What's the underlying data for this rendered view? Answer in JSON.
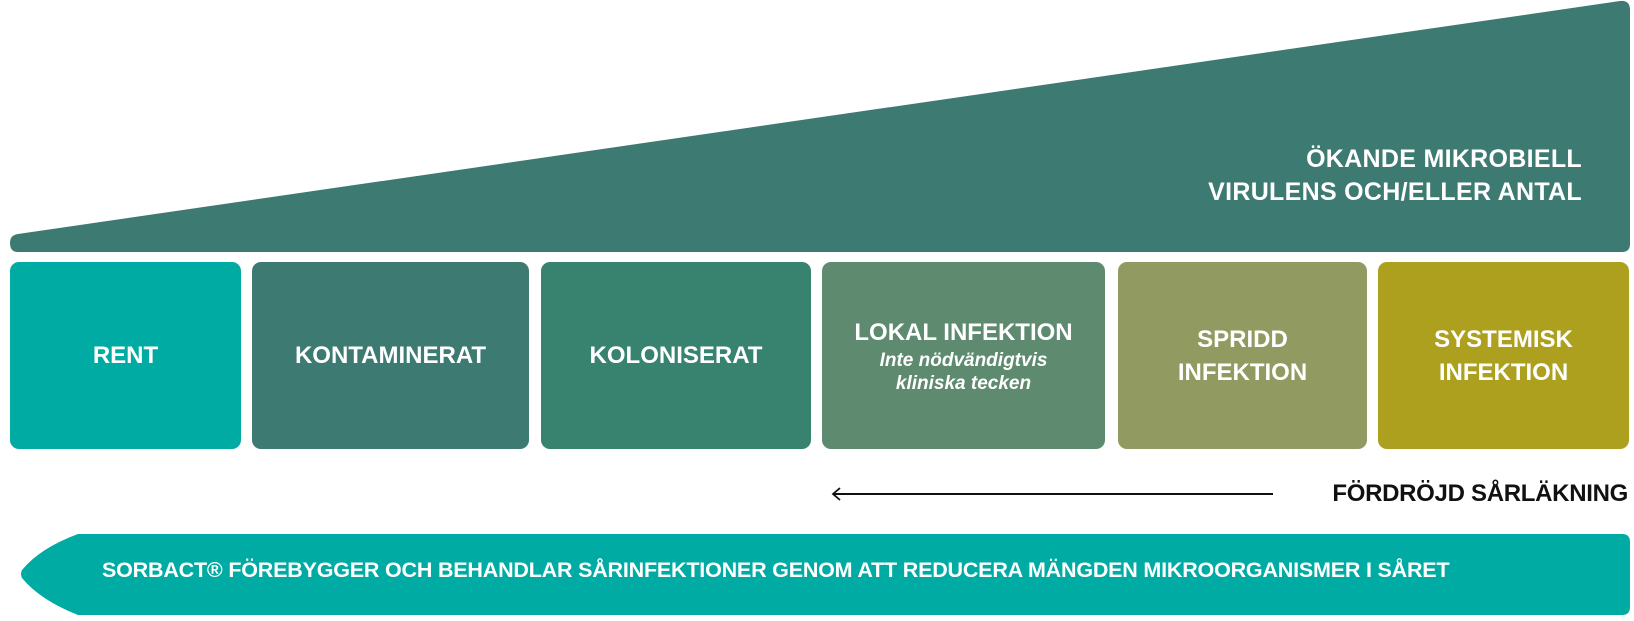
{
  "wedge": {
    "label_line1": "ÖKANDE MIKROBIELL",
    "label_line2": "VIRULENS OCH/ELLER ANTAL",
    "color": "#3d7a72"
  },
  "stages": [
    {
      "title": "RENT",
      "title2": "",
      "subtitle1": "",
      "subtitle2": "",
      "color": "#00aba3"
    },
    {
      "title": "KONTAMINERAT",
      "title2": "",
      "subtitle1": "",
      "subtitle2": "",
      "color": "#3d7a72"
    },
    {
      "title": "KOLONISERAT",
      "title2": "",
      "subtitle1": "",
      "subtitle2": "",
      "color": "#388370"
    },
    {
      "title": "LOKAL INFEKTION",
      "title2": "",
      "subtitle1": "Inte nödvändigtvis",
      "subtitle2": "kliniska tecken",
      "color": "#5e8a6f"
    },
    {
      "title": "SPRIDD",
      "title2": "INFEKTION",
      "subtitle1": "",
      "subtitle2": "",
      "color": "#919a60"
    },
    {
      "title": "SYSTEMISK",
      "title2": "INFEKTION",
      "subtitle1": "",
      "subtitle2": "",
      "color": "#aca01e"
    }
  ],
  "delayed_healing": {
    "label": "FÖRDRÖJD SÅRLÄKNING",
    "arrow_icon": "arrow-left-icon"
  },
  "banner": {
    "text": "SORBACT® FÖREBYGGER OCH BEHANDLAR SÅRINFEKTIONER GENOM ATT REDUCERA MÄNGDEN MIKROORGANISMER I SÅRET",
    "color": "#00aba3"
  }
}
